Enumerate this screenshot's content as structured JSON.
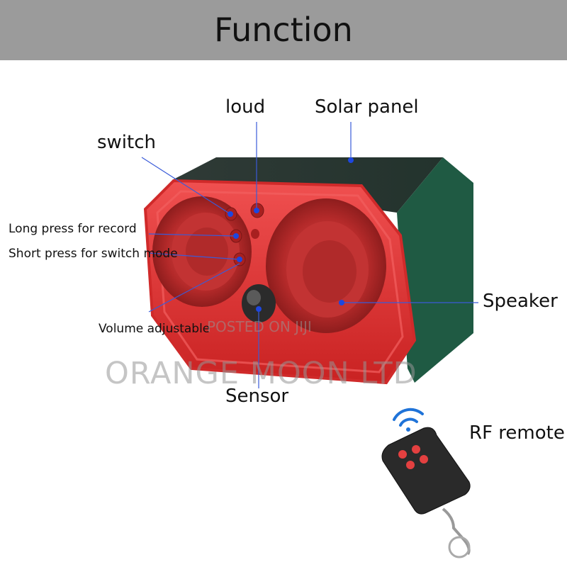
{
  "header": {
    "title": "Function"
  },
  "labels": {
    "loud": "loud",
    "solar_panel": "Solar panel",
    "switch": "switch",
    "long_press": "Long press for record",
    "short_press": "Short press for switch mode",
    "speaker": "Speaker",
    "volume": "Volume adjustable",
    "sensor": "Sensor",
    "rf_remote": "RF remote"
  },
  "watermark": {
    "posted": "POSTED ON JIJI",
    "company": "ORANGE MOON LTD"
  },
  "colors": {
    "header_bg": "#9b9b9b",
    "device_red": "#e53a3a",
    "device_green": "#1f5a43",
    "leader_line": "#3a5bd8",
    "remote_body": "#2a2a2a",
    "remote_button": "#e34040",
    "signal_blue": "#1f73d8"
  }
}
